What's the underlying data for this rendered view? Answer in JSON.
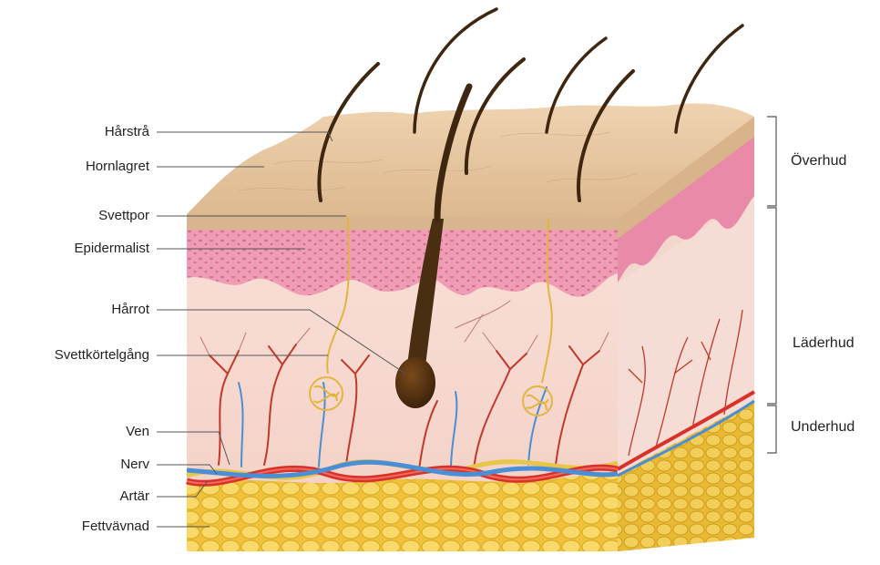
{
  "labels_left": {
    "hair_shaft": "Hårstrå",
    "stratum_corneum": "Hornlagret",
    "sweat_pore": "Svettpor",
    "epidermal_layer": "Epidermalist",
    "hair_root": "Hårrot",
    "sweat_duct": "Svettkörtelgång",
    "vein": "Ven",
    "nerve": "Nerv",
    "artery": "Artär",
    "fat_tissue": "Fettvävnad"
  },
  "labels_right": {
    "epidermis": "Överhud",
    "dermis": "Läderhud",
    "hypodermis": "Underhud"
  },
  "colors": {
    "surface": "#e8c9a3",
    "epidermis_pink": "#e58aa6",
    "dermis": "#f6d9d2",
    "fat": "#f2c84a",
    "artery": "#d8312a",
    "vein": "#4a8fd6",
    "nerve": "#e7c64a",
    "hair": "#4a2e12"
  }
}
